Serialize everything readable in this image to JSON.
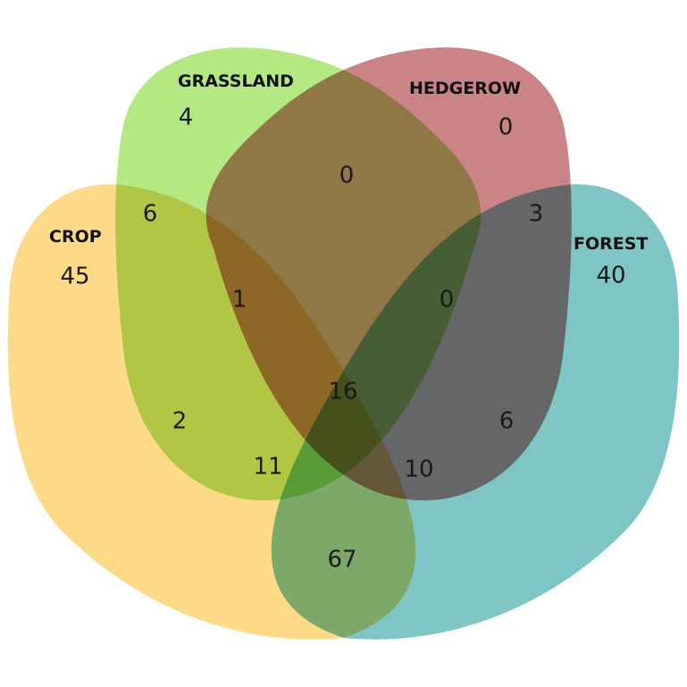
{
  "diagram": {
    "type": "venn-4",
    "sets": [
      {
        "key": "crop",
        "label": "CROP",
        "color": "#FDD373",
        "count": "45"
      },
      {
        "key": "grassland",
        "label": "GRASSLAND",
        "color": "#9BE05A",
        "count": "4"
      },
      {
        "key": "hedgerow",
        "label": "HEDGEROW",
        "color": "#B85B5E",
        "count": "0"
      },
      {
        "key": "forest",
        "label": "FOREST",
        "color": "#4EAFAF",
        "count": "40"
      }
    ],
    "intersections": {
      "crop_grassland": "6",
      "grassland_hedgerow": "0",
      "hedgerow_forest": "3",
      "crop_forest": "67",
      "crop_hedgerow": "2",
      "grassland_forest": "6",
      "crop_grassland_hedgerow": "1",
      "grassland_hedgerow_forest": "0",
      "crop_hedgerow_forest": "11",
      "crop_grassland_forest": "10",
      "all": "16"
    }
  }
}
